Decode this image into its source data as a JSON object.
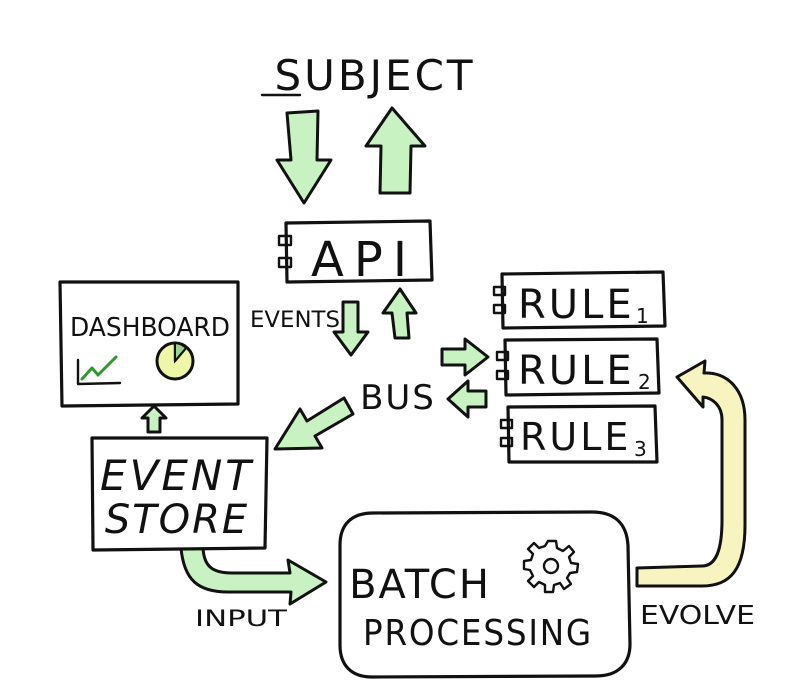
{
  "colors": {
    "ink": "#111111",
    "arrow_green": "#c8f2c2",
    "arrow_yellow": "#f8f4bf",
    "icon_green": "#2e9a2e",
    "pie_yellow": "#eef7a8",
    "background": "#ffffff"
  },
  "nodes": {
    "subject": {
      "label": "SUBJECT"
    },
    "api": {
      "label": "API",
      "icon": "component-icon"
    },
    "bus": {
      "label": "BUS"
    },
    "dashboard": {
      "label": "DASHBOARD",
      "icons": [
        "line-chart-icon",
        "pie-chart-icon"
      ]
    },
    "event_store": {
      "line1": "EVENT",
      "line2": "STORE"
    },
    "batch_processing": {
      "line1": "BATCH",
      "line2": "PROCESSING",
      "icon": "gear-icon"
    },
    "rules": [
      {
        "label": "RULE",
        "subscript": "1",
        "icon": "component-icon"
      },
      {
        "label": "RULE",
        "subscript": "2",
        "icon": "component-icon"
      },
      {
        "label": "RULE",
        "subscript": "3",
        "icon": "component-icon"
      }
    ]
  },
  "edge_labels": {
    "events": "EVENTS",
    "input": "INPUT",
    "evolve": "EVOLVE"
  }
}
